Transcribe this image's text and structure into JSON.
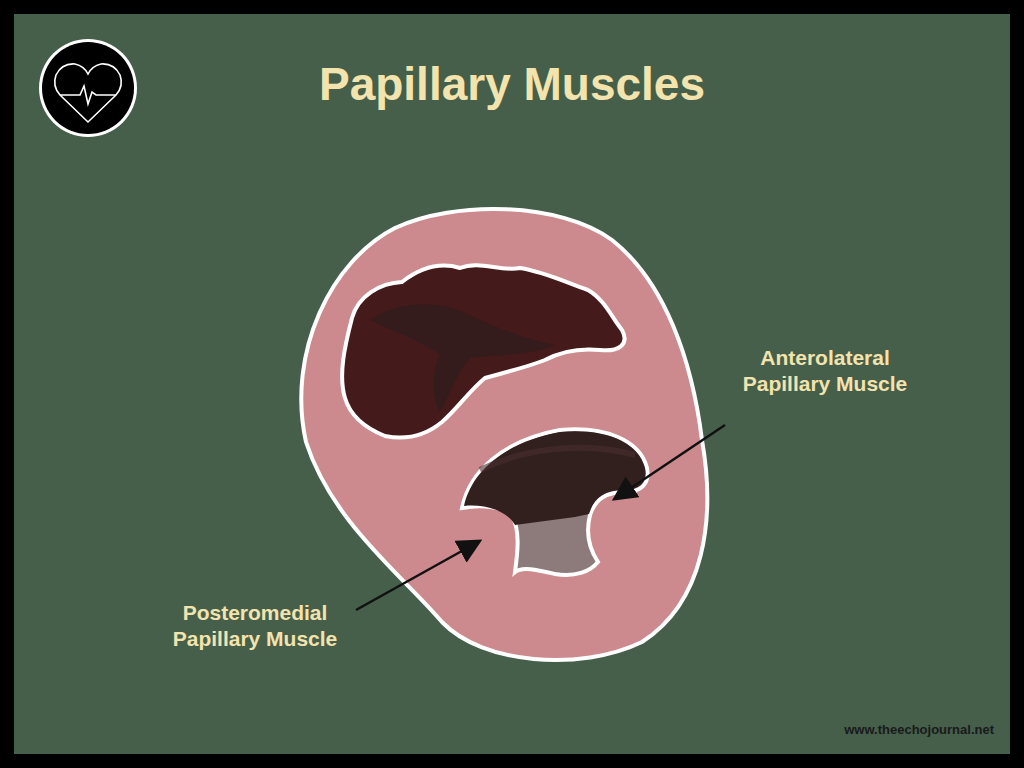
{
  "diagram": {
    "title": "Papillary Muscles",
    "labels": [
      "Anterolateral Papillary Muscle",
      "Posteromedial Papillary Muscle",
      "www.theechojournal.net"
    ]
  }
}
